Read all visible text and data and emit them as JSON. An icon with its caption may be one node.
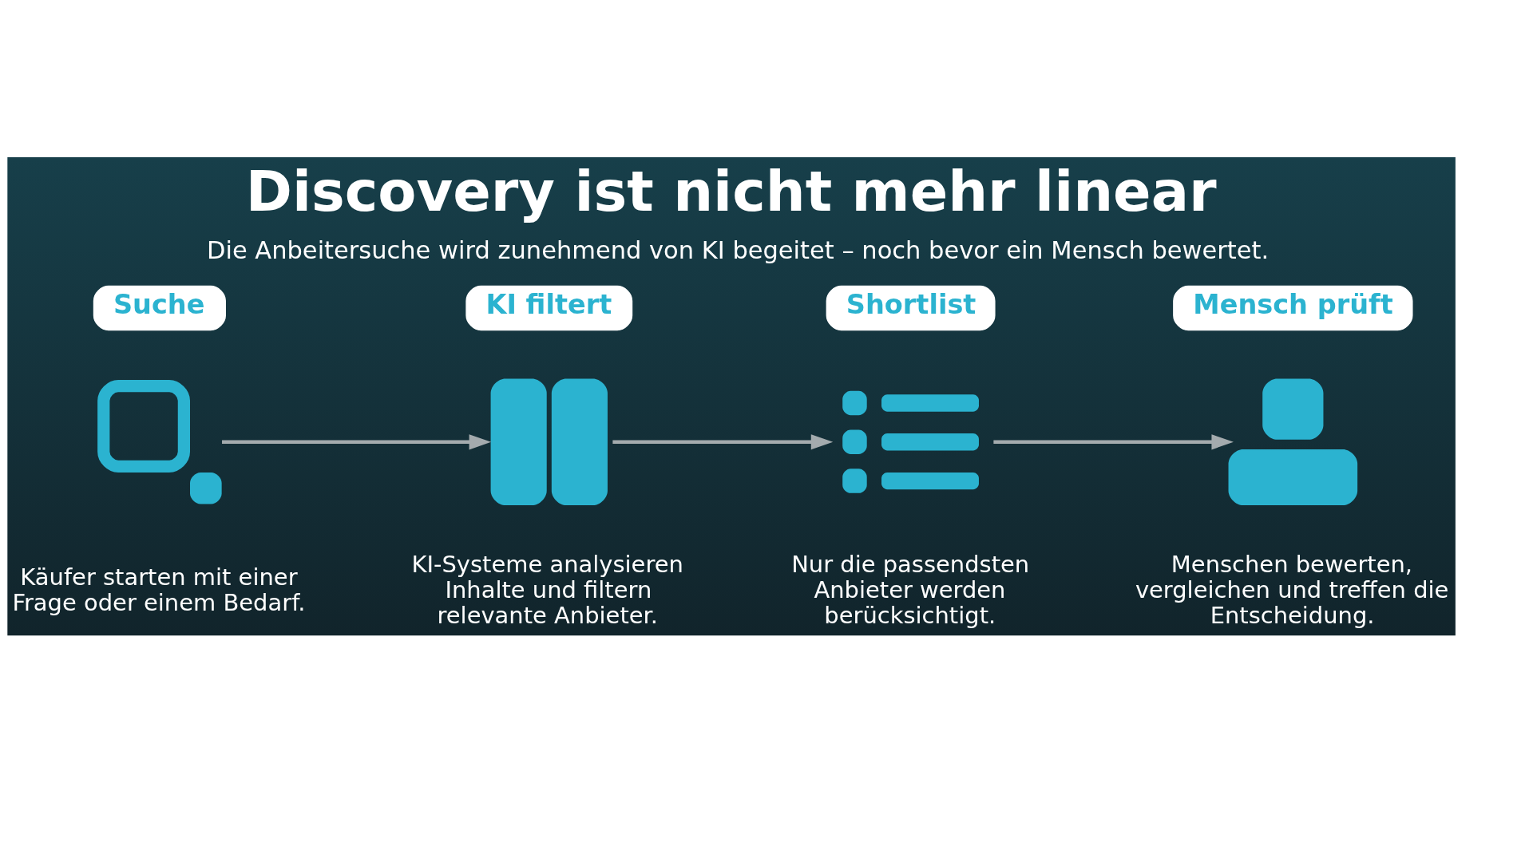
{
  "diagram": {
    "title": "Discovery ist nicht mehr linear",
    "caption": "Die Anbeitersuche wird zunehmend von KI begeitet – noch bevor ein Mensch bewertet.",
    "nodes": [
      {
        "text": [
          "Suche"
        ]
      },
      {
        "text": [],
        "shape": "picture",
        "beside": [
          "Käufer starten mit einer Frage oder einem Bedarf."
        ]
      },
      {
        "text": [
          "KI filtert"
        ]
      },
      {
        "text": [],
        "shape": "picture",
        "beside": [
          "KI-Systeme analysieren Inhalte und filtern relevante Anbieter."
        ]
      },
      {
        "text": [
          "Shortlist"
        ]
      },
      {
        "text": [],
        "shape": "picture",
        "beside": [
          "Nur die passendsten Anbieter werden berücksichtigt."
        ]
      },
      {
        "text": [
          "Mensch prüft"
        ]
      },
      {
        "text": [],
        "shape": "picture",
        "beside": [
          "Menschen bewerten, vergleichen und treffen die Entscheidung."
        ]
      }
    ],
    "edges": [
      {
        "from": 1,
        "to": 3,
        "arrow": "to"
      },
      {
        "from": 3,
        "to": 5,
        "arrow": "to"
      },
      {
        "from": 5,
        "to": 7,
        "arrow": "to"
      }
    ]
  }
}
